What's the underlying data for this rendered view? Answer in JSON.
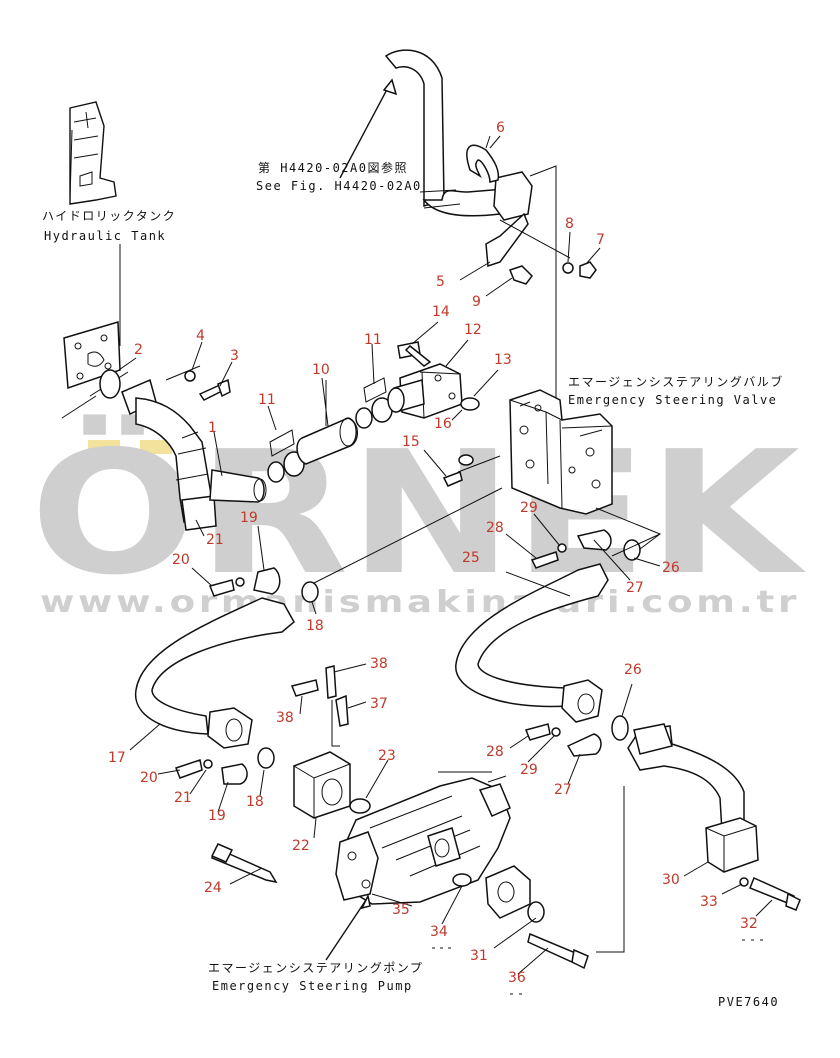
{
  "drawing_code": "PVE7640",
  "refs": {
    "see_fig_jp": "第 H4420-02A0図参照",
    "see_fig_en": "See Fig. H4420-02A0",
    "tank_jp": "ハイドロリックタンク",
    "tank_en": "Hydraulic Tank",
    "valve_jp": "エマージェンシステアリングバルブ",
    "valve_en": "Emergency Steering Valve",
    "pump_jp": "エマージェンシステアリングポンプ",
    "pump_en": "Emergency Steering Pump"
  },
  "watermark": {
    "logo": "ÖRNEK",
    "url": "www.ormanismakinalari.com.tr",
    "color": "#cfcfcf",
    "accent": "#f2e29b"
  },
  "colors": {
    "callout": "#c0392b",
    "line": "#111111"
  },
  "callouts": [
    {
      "key": "c6",
      "text": "6"
    },
    {
      "key": "c8",
      "text": "8"
    },
    {
      "key": "c7",
      "text": "7"
    },
    {
      "key": "c5",
      "text": "5"
    },
    {
      "key": "c9",
      "text": "9"
    },
    {
      "key": "c14",
      "text": "14"
    },
    {
      "key": "c12",
      "text": "12"
    },
    {
      "key": "c13",
      "text": "13"
    },
    {
      "key": "c2",
      "text": "2"
    },
    {
      "key": "c4",
      "text": "4"
    },
    {
      "key": "c3",
      "text": "3"
    },
    {
      "key": "c11a",
      "text": "11"
    },
    {
      "key": "c10",
      "text": "10"
    },
    {
      "key": "c11b",
      "text": "11"
    },
    {
      "key": "c16",
      "text": "16"
    },
    {
      "key": "c15",
      "text": "15"
    },
    {
      "key": "c1",
      "text": "1"
    },
    {
      "key": "c21a",
      "text": "21"
    },
    {
      "key": "c19a",
      "text": "19"
    },
    {
      "key": "c20a",
      "text": "20"
    },
    {
      "key": "c18a",
      "text": "18"
    },
    {
      "key": "c29a",
      "text": "29"
    },
    {
      "key": "c28a",
      "text": "28"
    },
    {
      "key": "c25",
      "text": "25"
    },
    {
      "key": "c27a",
      "text": "27"
    },
    {
      "key": "c26a",
      "text": "26"
    },
    {
      "key": "c38a",
      "text": "38"
    },
    {
      "key": "c37",
      "text": "37"
    },
    {
      "key": "c38b",
      "text": "38"
    },
    {
      "key": "c17",
      "text": "17"
    },
    {
      "key": "c20b",
      "text": "20"
    },
    {
      "key": "c21b",
      "text": "21"
    },
    {
      "key": "c18b",
      "text": "18"
    },
    {
      "key": "c19b",
      "text": "19"
    },
    {
      "key": "c23",
      "text": "23"
    },
    {
      "key": "c22",
      "text": "22"
    },
    {
      "key": "c24",
      "text": "24"
    },
    {
      "key": "c26b",
      "text": "26"
    },
    {
      "key": "c28b",
      "text": "28"
    },
    {
      "key": "c29b",
      "text": "29"
    },
    {
      "key": "c27b",
      "text": "27"
    },
    {
      "key": "c30",
      "text": "30"
    },
    {
      "key": "c33",
      "text": "33"
    },
    {
      "key": "c32",
      "text": "32"
    },
    {
      "key": "c35",
      "text": "35"
    },
    {
      "key": "c34",
      "text": "34"
    },
    {
      "key": "c31",
      "text": "31"
    },
    {
      "key": "c36",
      "text": "36"
    }
  ]
}
